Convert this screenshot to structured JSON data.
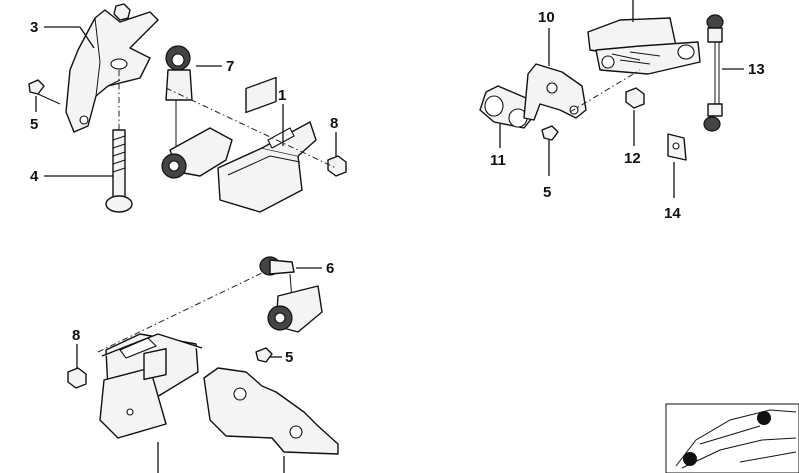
{
  "callouts": [
    {
      "id": "c1",
      "label": "1"
    },
    {
      "id": "c3",
      "label": "3"
    },
    {
      "id": "c4",
      "label": "4"
    },
    {
      "id": "c5a",
      "label": "5"
    },
    {
      "id": "c7",
      "label": "7"
    },
    {
      "id": "c8a",
      "label": "8"
    },
    {
      "id": "c6",
      "label": "6"
    },
    {
      "id": "c8b",
      "label": "8"
    },
    {
      "id": "c5b",
      "label": "5"
    },
    {
      "id": "c10",
      "label": "10"
    },
    {
      "id": "c11",
      "label": "11"
    },
    {
      "id": "c5c",
      "label": "5"
    },
    {
      "id": "c12",
      "label": "12"
    },
    {
      "id": "c13",
      "label": "13"
    },
    {
      "id": "c14",
      "label": "14"
    }
  ]
}
